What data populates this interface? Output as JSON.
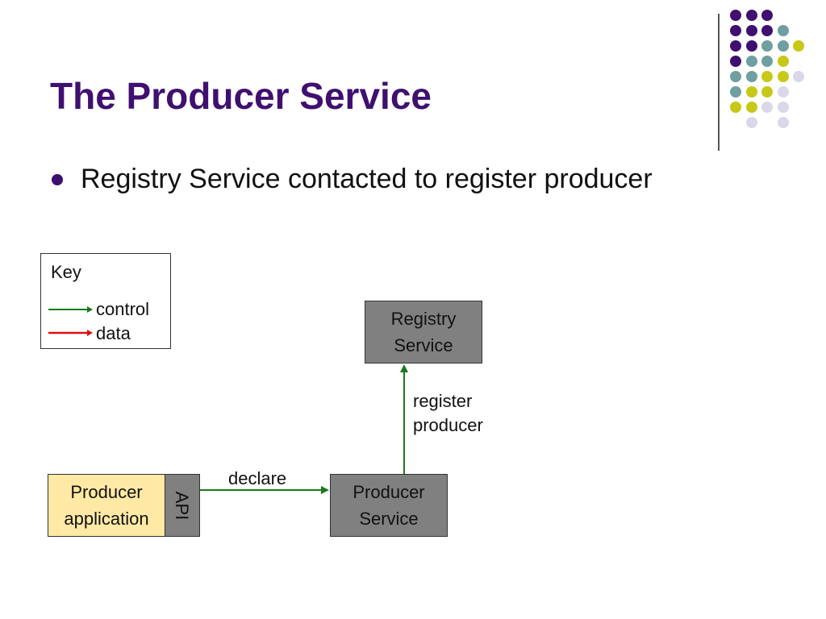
{
  "slide": {
    "title": "The Producer Service",
    "bullets": [
      "Registry Service contacted to register producer"
    ]
  },
  "key": {
    "title": "Key",
    "items": [
      {
        "label": "control",
        "color": "#1a7a1a"
      },
      {
        "label": "data",
        "color": "#e01010"
      }
    ]
  },
  "diagram": {
    "nodes": {
      "registry_service": "Registry\nService",
      "producer_service": "Producer\nService",
      "producer_application": "Producer\napplication",
      "api": "API"
    },
    "edges": [
      {
        "from": "api",
        "to": "producer_service",
        "label": "declare",
        "kind": "control"
      },
      {
        "from": "producer_service",
        "to": "registry_service",
        "label": "register\nproducer",
        "kind": "control"
      }
    ]
  },
  "colors": {
    "title": "#3f1070",
    "node_fill": "#808080",
    "app_fill": "#ffe9a4",
    "control_arrow": "#1a7a1a",
    "data_arrow": "#e01010",
    "deco_purple": "#3f1070",
    "deco_teal": "#6f9fa0",
    "deco_yellow": "#c8c818",
    "deco_lavender": "#d8d8ea"
  }
}
